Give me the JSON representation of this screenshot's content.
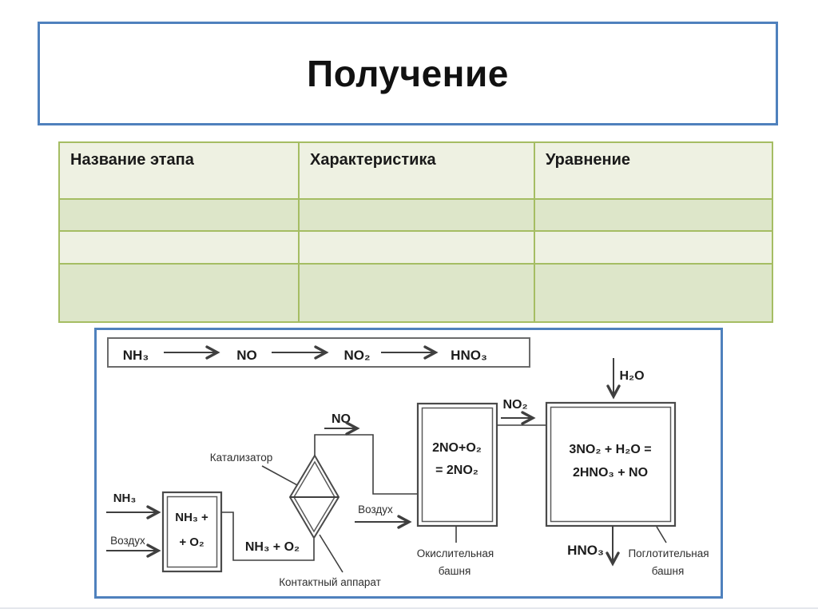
{
  "title": "Получение",
  "table": {
    "headers": [
      "Название этапа",
      "Характеристика",
      "Уравнение"
    ],
    "empty_body_rows": 3
  },
  "diagram": {
    "flow": [
      "NH₃",
      "NO",
      "NO₂",
      "HNO₃"
    ],
    "input_nh3": "NH₃",
    "input_air": "Воздух",
    "mixer_line1": "NH₃ +",
    "mixer_line2": "+ O₂",
    "mixer_out": "NH₃ + O₂",
    "catalyst": "Катализатор",
    "contact_apparatus": "Контактный аппарат",
    "no": "NO",
    "air2": "Воздух",
    "oxid_eq1": "2NO+O₂",
    "oxid_eq2": "= 2NO₂",
    "oxid_name1": "Окислительная",
    "oxid_name2": "башня",
    "no2": "NO₂",
    "h2o": "H₂O",
    "abs_eq1": "3NO₂ + H₂O =",
    "abs_eq2": "2HNO₃ + NO",
    "abs_name1": "Поглотительная",
    "abs_name2": "башня",
    "hno3": "HNO₃"
  },
  "colors": {
    "accent_blue": "#4f81bd",
    "table_border": "#a5bd63",
    "row_light": "#eef1e2",
    "row_dark": "#dde6c9",
    "diagram_line": "#3f3f3f"
  }
}
